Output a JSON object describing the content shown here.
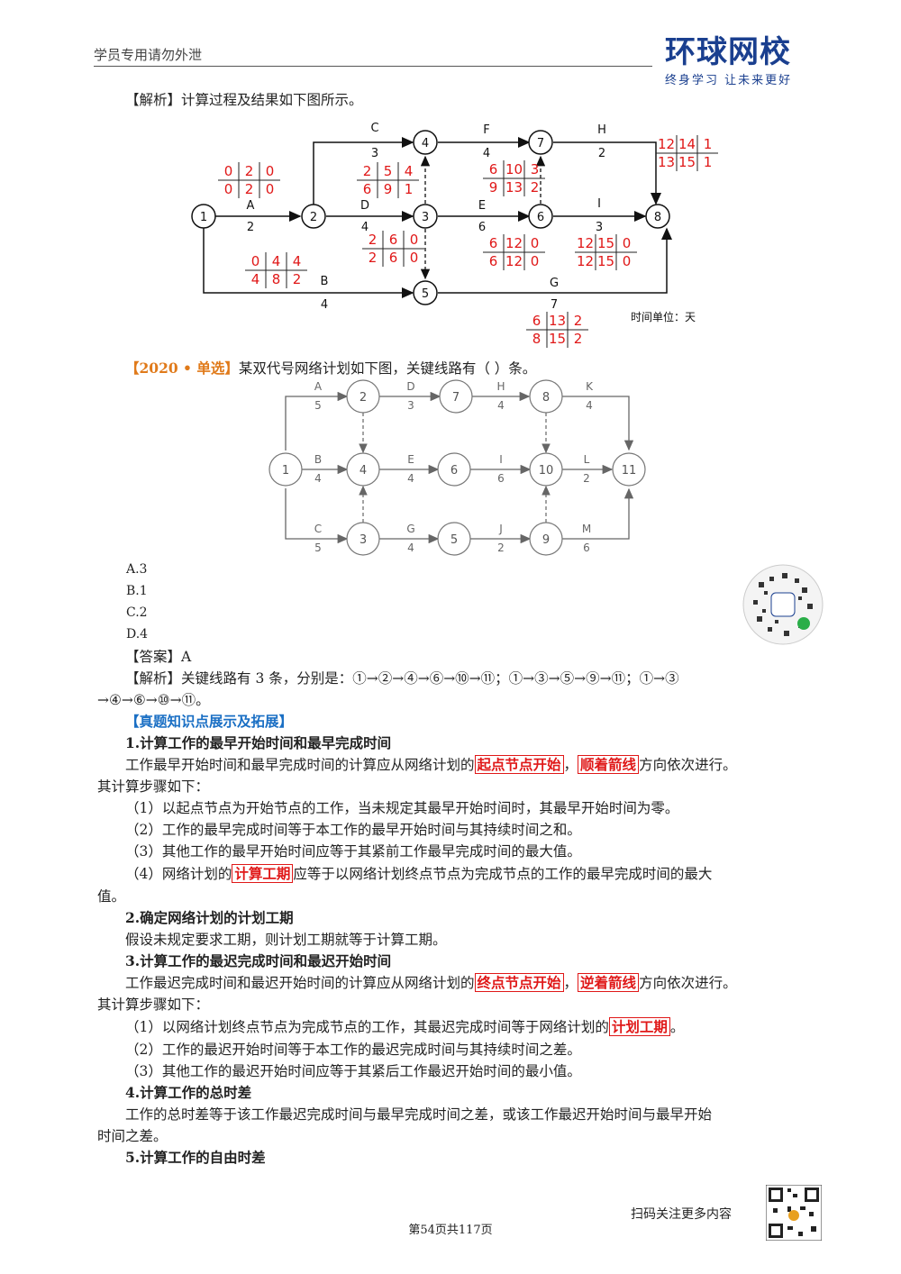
{
  "header": {
    "left_text": "学员专用请勿外泄",
    "logo_main": "环球网校",
    "logo_sub": "终身学习 让未来更好"
  },
  "analysis1": {
    "bracket": "【解析】",
    "text": "计算过程及结果如下图所示。"
  },
  "diagram1": {
    "unit": "时间单位：天",
    "nodes": [
      "1",
      "2",
      "3",
      "4",
      "5",
      "6",
      "7",
      "8"
    ],
    "arrows": [
      {
        "name": "A",
        "dur": "2"
      },
      {
        "name": "B",
        "dur": "4"
      },
      {
        "name": "C",
        "dur": "3"
      },
      {
        "name": "D",
        "dur": "4"
      },
      {
        "name": "E",
        "dur": "6"
      },
      {
        "name": "F",
        "dur": "4"
      },
      {
        "name": "G",
        "dur": "7"
      },
      {
        "name": "H",
        "dur": "2"
      },
      {
        "name": "I",
        "dur": "3"
      }
    ],
    "boxes": [
      {
        "task": "A",
        "top": [
          "0",
          "2",
          "0"
        ],
        "bottom": [
          "0",
          "2",
          "0"
        ]
      },
      {
        "task": "B",
        "top": [
          "0",
          "4",
          "4"
        ],
        "bottom": [
          "4",
          "8",
          "2"
        ]
      },
      {
        "task": "C",
        "top": [
          "2",
          "5",
          "4"
        ],
        "bottom": [
          "6",
          "9",
          "1"
        ]
      },
      {
        "task": "D",
        "top": [
          "2",
          "6",
          "0"
        ],
        "bottom": [
          "2",
          "6",
          "0"
        ]
      },
      {
        "task": "F",
        "top": [
          "6",
          "10",
          "3"
        ],
        "bottom": [
          "9",
          "13",
          "2"
        ]
      },
      {
        "task": "E",
        "top": [
          "6",
          "12",
          "0"
        ],
        "bottom": [
          "6",
          "12",
          "0"
        ]
      },
      {
        "task": "H",
        "top": [
          "12",
          "14",
          "1"
        ],
        "bottom": [
          "13",
          "15",
          "1"
        ]
      },
      {
        "task": "I",
        "top": [
          "12",
          "15",
          "0"
        ],
        "bottom": [
          "12",
          "15",
          "0"
        ]
      },
      {
        "task": "G",
        "top": [
          "6",
          "13",
          "2"
        ],
        "bottom": [
          "8",
          "15",
          "2"
        ]
      }
    ]
  },
  "question": {
    "tag": "【2020 • 单选】",
    "text": "某双代号网络计划如下图，关键线路有（    ）条。"
  },
  "diagram2": {
    "nodes": [
      "1",
      "2",
      "3",
      "4",
      "5",
      "6",
      "7",
      "8",
      "9",
      "10",
      "11"
    ],
    "arrows": [
      {
        "name": "A",
        "dur": "5"
      },
      {
        "name": "D",
        "dur": "3"
      },
      {
        "name": "H",
        "dur": "4"
      },
      {
        "name": "K",
        "dur": "4"
      },
      {
        "name": "B",
        "dur": "4"
      },
      {
        "name": "E",
        "dur": "4"
      },
      {
        "name": "I",
        "dur": "6"
      },
      {
        "name": "L",
        "dur": "2"
      },
      {
        "name": "C",
        "dur": "5"
      },
      {
        "name": "G",
        "dur": "4"
      },
      {
        "name": "J",
        "dur": "2"
      },
      {
        "name": "M",
        "dur": "6"
      }
    ]
  },
  "options": [
    "A.3",
    "B.1",
    "C.2",
    "D.4"
  ],
  "answer": {
    "label": "【答案】",
    "value": "A"
  },
  "analysis2": {
    "label": "【解析】",
    "line1": "关键线路有 3 条，分别是：①→②→④→⑥→⑩→⑪；①→③→⑤→⑨→⑪；①→③",
    "line2": "→④→⑥→⑩→⑪。"
  },
  "section_title": "【真题知识点展示及拓展】",
  "s1": {
    "title": "1.计算工作的最早开始时间和最早完成时间",
    "p_pre": "工作最早开始时间和最早完成时间的计算应从网络计划的",
    "hl1": "起点节点开始",
    "sep": "，",
    "hl2": "顺着箭线",
    "p_post": "方向依次进行。",
    "p2": "其计算步骤如下：",
    "step1": "（1）以起点节点为开始节点的工作，当未规定其最早开始时间时，其最早开始时间为零。",
    "step2": "（2）工作的最早完成时间等于本工作的最早开始时间与其持续时间之和。",
    "step3": "（3）其他工作的最早开始时间应等于其紧前工作最早完成时间的最大值。",
    "step4_pre": "（4）网络计划的",
    "step4_hl": "计算工期",
    "step4_post": "应等于以网络计划终点节点为完成节点的工作的最早完成时间的最大",
    "step4_end": "值。"
  },
  "s2": {
    "title": "2.确定网络计划的计划工期",
    "p": "假设未规定要求工期，则计划工期就等于计算工期。"
  },
  "s3": {
    "title": "3.计算工作的最迟完成时间和最迟开始时间",
    "p_pre": "工作最迟完成时间和最迟开始时间的计算应从网络计划的",
    "hl1": "终点节点开始",
    "sep": "，",
    "hl2": "逆着箭线",
    "p_post": "方向依次进行。",
    "p2": "其计算步骤如下：",
    "step1_pre": "（1）以网络计划终点节点为完成节点的工作，其最迟完成时间等于网络计划的",
    "step1_hl": "计划工期",
    "step1_post": "。",
    "step2": "（2）工作的最迟开始时间等于本工作的最迟完成时间与其持续时间之差。",
    "step3": "（3）其他工作的最迟开始时间应等于其紧后工作最迟开始时间的最小值。"
  },
  "s4": {
    "title": "4.计算工作的总时差",
    "p1": "工作的总时差等于该工作最迟完成时间与最早完成时间之差，或该工作最迟开始时间与最早开始",
    "p2": "时间之差。"
  },
  "s5": {
    "title": "5.计算工作的自由时差"
  },
  "footer": {
    "page": "第54页共117页",
    "qr_text": "扫码关注更多内容"
  }
}
